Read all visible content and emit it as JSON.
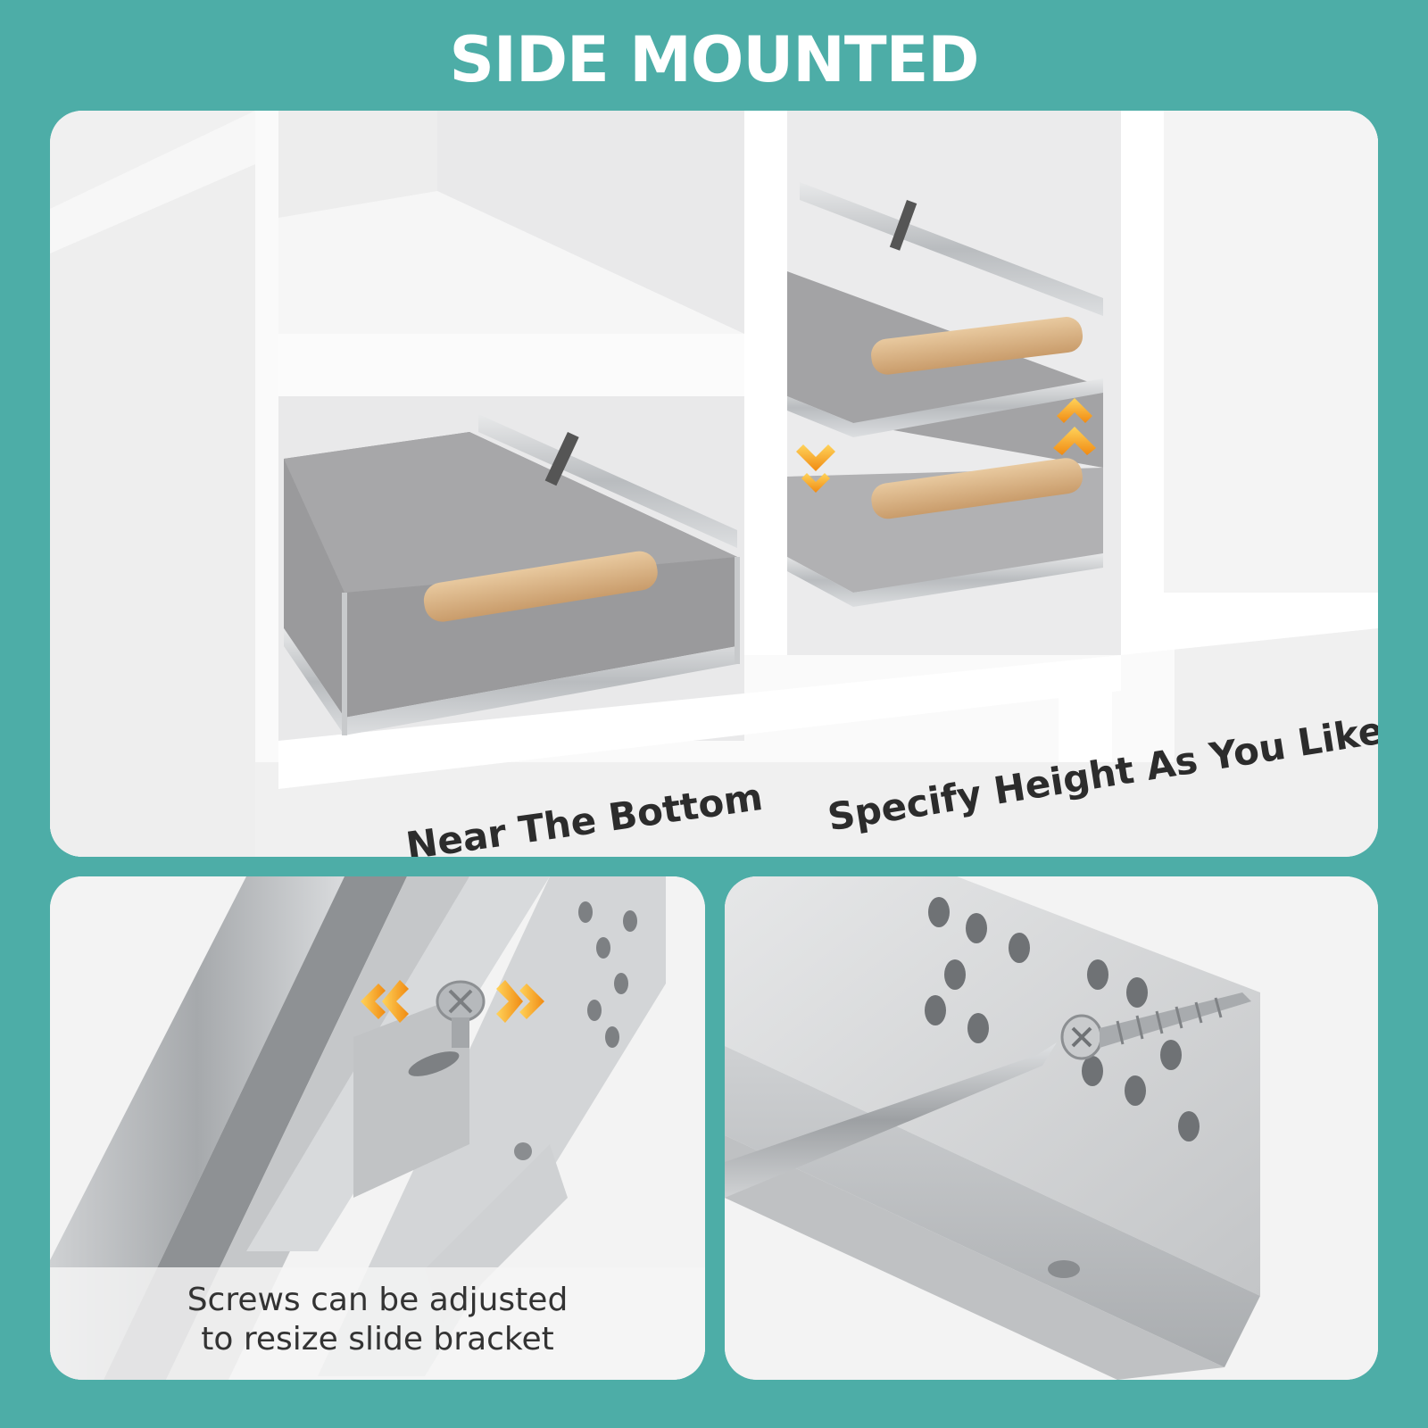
{
  "header": {
    "title": "SIDE MOUNTED"
  },
  "top_panel": {
    "label_left": "Near The Bottom",
    "label_right": "Specify Height As You Like"
  },
  "bottom_left_panel": {
    "caption_line1": "Screws can be adjusted",
    "caption_line2": "to resize slide bracket"
  },
  "colors": {
    "background": "#4dada7",
    "panel": "#f2f2f2",
    "arrow": "#f5a623",
    "steel": "#c4c6c8",
    "wood": "#d8b388",
    "text": "#2c2c2c"
  },
  "icons": [
    "arrow-up-icon",
    "arrow-down-icon",
    "arrow-left-icon",
    "arrow-right-icon"
  ]
}
